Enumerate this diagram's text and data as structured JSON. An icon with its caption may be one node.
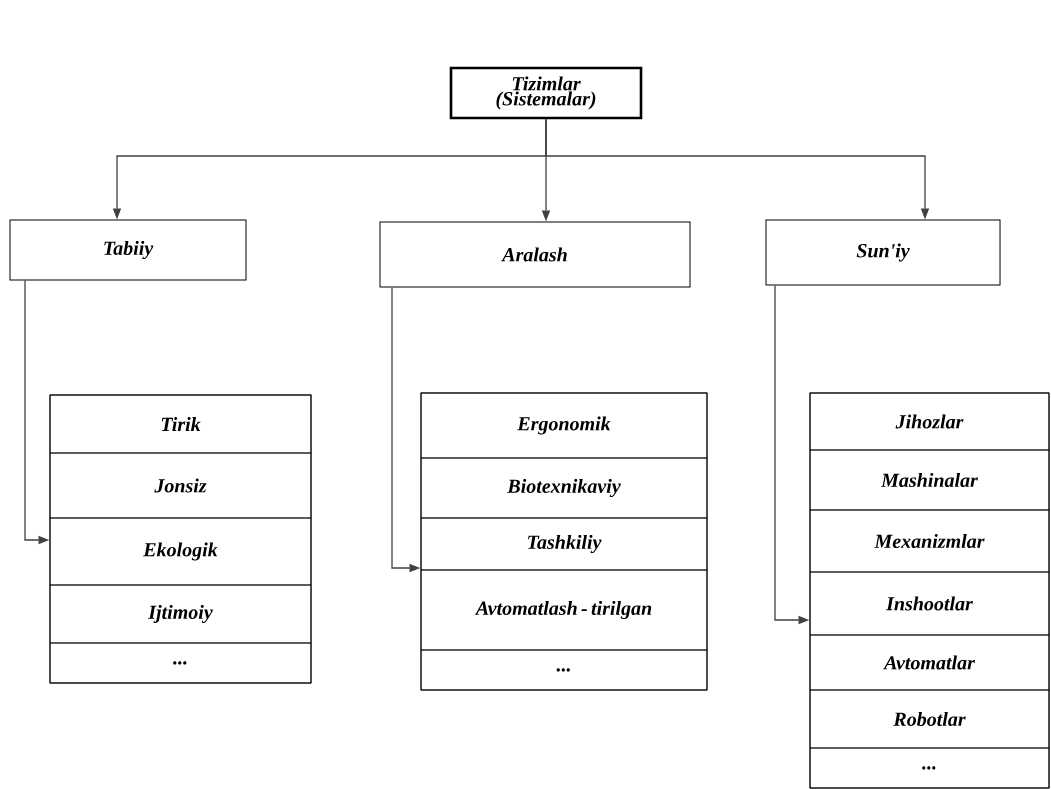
{
  "diagram": {
    "nodes": [
      {
        "text": [
          "Tizimlar (Sistemalar)"
        ]
      },
      {
        "text": [
          "Tabiiy"
        ]
      },
      {
        "text": [
          "Aralash"
        ]
      },
      {
        "text": [
          "Sun'iy"
        ]
      },
      {
        "text": [],
        "shape": "box"
      },
      {
        "text": [
          "Tirik"
        ],
        "in": 4
      },
      {
        "text": [
          "Jonsiz"
        ],
        "in": 4
      },
      {
        "text": [
          "Ekologik"
        ],
        "in": 4
      },
      {
        "text": [
          "Ijtimoiy"
        ],
        "in": 4
      },
      {
        "text": [
          "..."
        ],
        "in": 4
      },
      {
        "text": [],
        "shape": "box"
      },
      {
        "text": [
          "Ergonomik"
        ],
        "in": 10
      },
      {
        "text": [
          "Biotexnikaviy"
        ],
        "in": 10
      },
      {
        "text": [
          "Tashkiliy"
        ],
        "in": 10
      },
      {
        "text": [
          "Avtomatlash - tirilgan"
        ],
        "in": 10
      },
      {
        "text": [
          "..."
        ],
        "in": 10
      },
      {
        "text": [],
        "shape": "box"
      },
      {
        "text": [
          "Jihozlar"
        ],
        "in": 16
      },
      {
        "text": [
          "Mashinalar"
        ],
        "in": 16
      },
      {
        "text": [
          "Mexanizmlar"
        ],
        "in": 16
      },
      {
        "text": [
          "Inshootlar"
        ],
        "in": 16
      },
      {
        "text": [
          "Avtomatlar"
        ],
        "in": 16
      },
      {
        "text": [
          "Robotlar"
        ],
        "in": 16
      },
      {
        "text": [
          "..."
        ],
        "in": 16
      }
    ],
    "edges": [
      {
        "from": 0,
        "to": 1,
        "arrow": "to"
      },
      {
        "from": 0,
        "to": 2,
        "arrow": "to"
      },
      {
        "from": 0,
        "to": 3,
        "arrow": "to"
      },
      {
        "from": 1,
        "to": 4,
        "arrow": "to"
      },
      {
        "from": 2,
        "to": 10,
        "arrow": "to"
      },
      {
        "from": 3,
        "to": 16,
        "arrow": "to"
      }
    ]
  }
}
